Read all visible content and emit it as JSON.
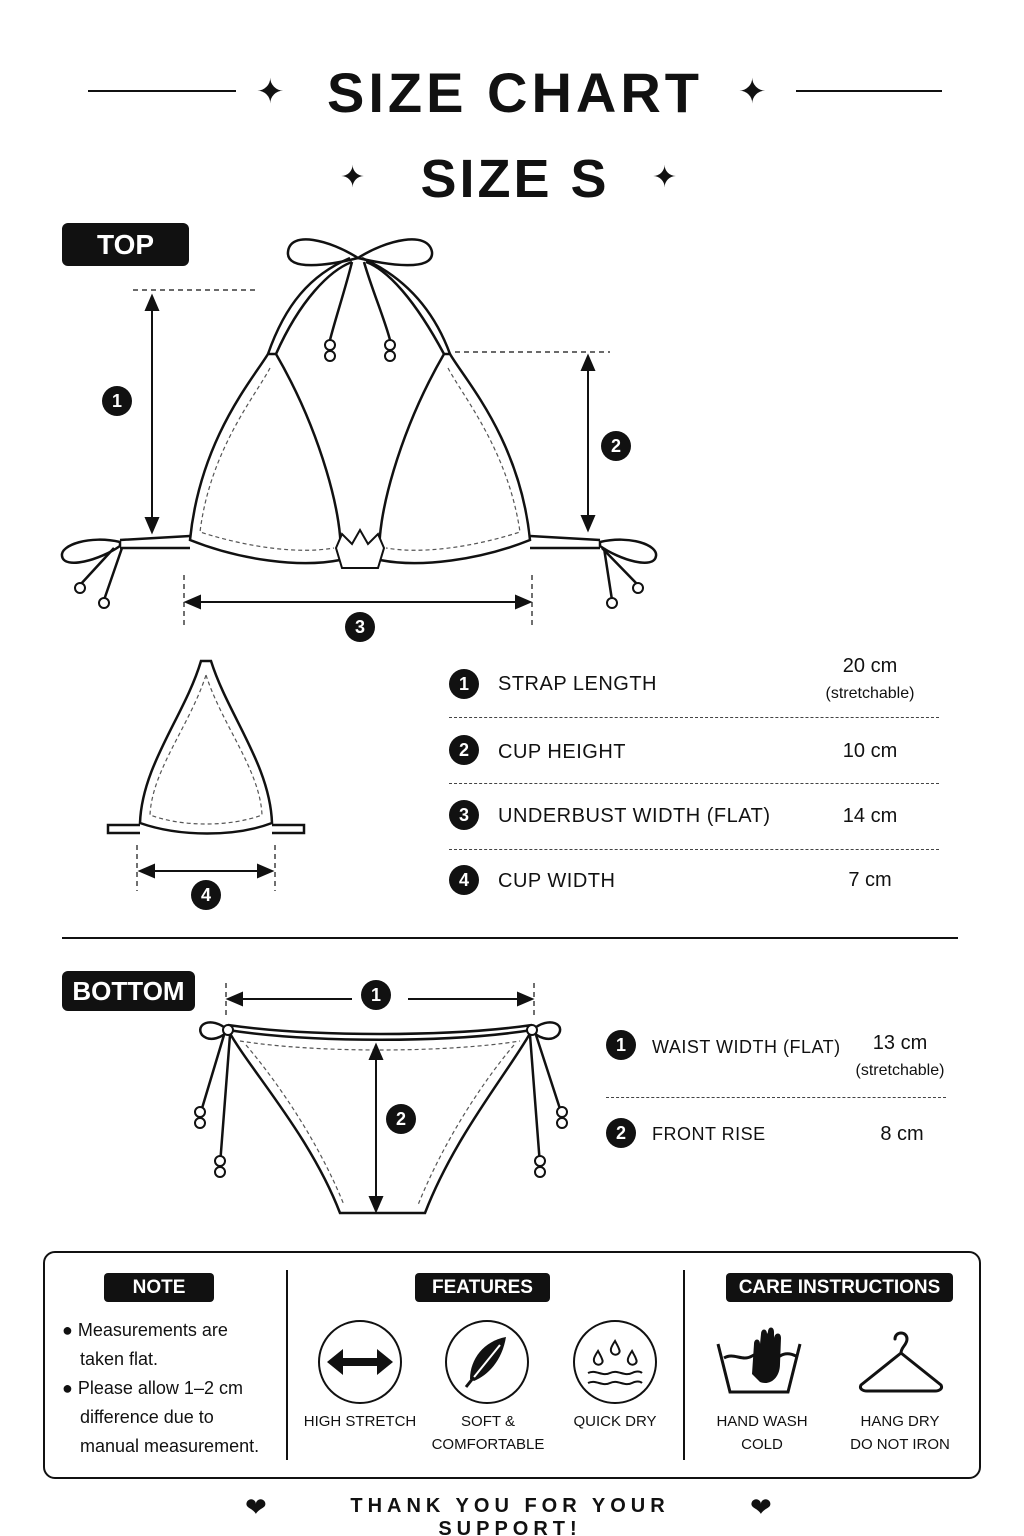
{
  "header": {
    "title": "SIZE CHART",
    "subtitle": "SIZE S"
  },
  "top": {
    "label": "TOP",
    "diagram_markers": [
      "1",
      "2",
      "3",
      "4"
    ],
    "rows": [
      {
        "num": "1",
        "name": "STRAP LENGTH",
        "value": "20 cm",
        "note": "(stretchable)"
      },
      {
        "num": "2",
        "name": "CUP HEIGHT",
        "value": "10 cm",
        "note": ""
      },
      {
        "num": "3",
        "name": "UNDERBUST WIDTH (FLAT)",
        "value": "14 cm",
        "note": ""
      },
      {
        "num": "4",
        "name": "CUP WIDTH",
        "value": "7 cm",
        "note": ""
      }
    ]
  },
  "bottom": {
    "label": "BOTTOM",
    "diagram_markers": [
      "1",
      "2"
    ],
    "rows": [
      {
        "num": "1",
        "name": "WAIST WIDTH (FLAT)",
        "value": "13 cm",
        "note": "(stretchable)"
      },
      {
        "num": "2",
        "name": "FRONT RISE",
        "value": "8 cm",
        "note": ""
      }
    ]
  },
  "note": {
    "label": "NOTE",
    "lines": [
      "Measurements are",
      "taken flat.",
      "Please allow 1–2 cm",
      "difference due to",
      "manual measurement."
    ]
  },
  "features": {
    "label": "FEATURES",
    "items": [
      {
        "line1": "HIGH STRETCH",
        "line2": "",
        "icon": "double-arrow-icon"
      },
      {
        "line1": "SOFT &",
        "line2": "COMFORTABLE",
        "icon": "feather-icon"
      },
      {
        "line1": "QUICK DRY",
        "line2": "",
        "icon": "water-drops-icon"
      }
    ]
  },
  "care": {
    "label": "CARE INSTRUCTIONS",
    "items": [
      {
        "line1": "HAND WASH",
        "line2": "COLD",
        "icon": "hand-wash-icon"
      },
      {
        "line1": "HANG DRY",
        "line2": "DO NOT IRON",
        "icon": "hanger-icon"
      }
    ]
  },
  "footer": {
    "text": "THANK YOU FOR YOUR SUPPORT!"
  }
}
